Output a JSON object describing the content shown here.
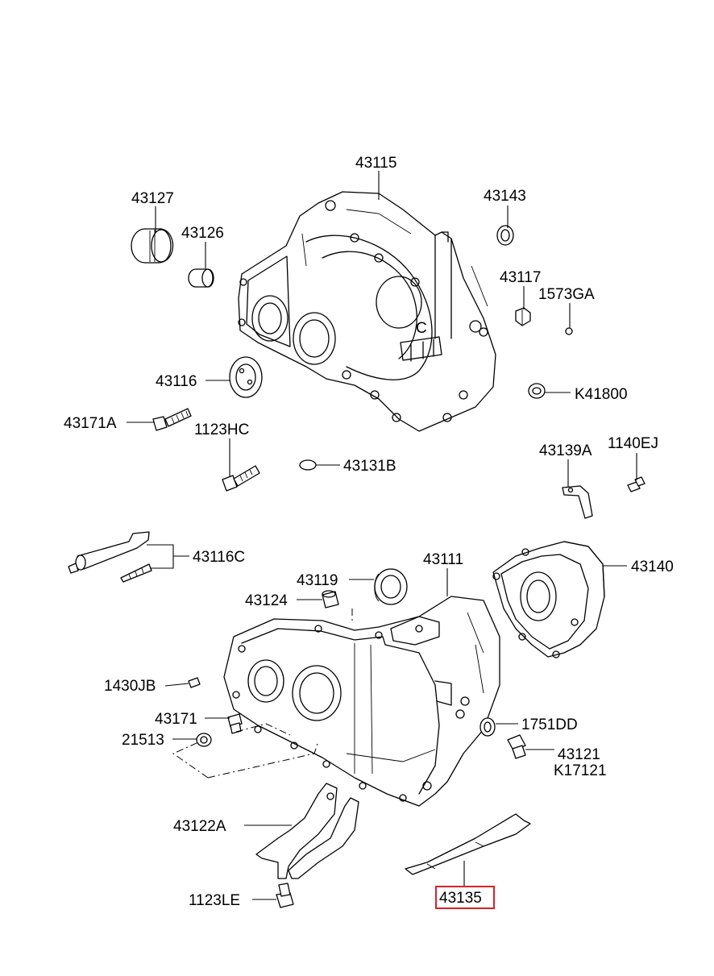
{
  "labels": {
    "p43115": "43115",
    "p43127": "43127",
    "p43126": "43126",
    "p43143": "43143",
    "p43117": "43117",
    "p1573GA": "1573GA",
    "p43116": "43116",
    "pK41800": "K41800",
    "p43171A": "43171A",
    "p1123HC": "1123HC",
    "p43131B": "43131B",
    "p43139A": "43139A",
    "p1140EJ": "1140EJ",
    "p43116C": "43116C",
    "p43111": "43111",
    "p43119": "43119",
    "p43140": "43140",
    "p43124": "43124",
    "p1430JB": "1430JB",
    "p1751DD": "1751DD",
    "p43171": "43171",
    "p21513": "21513",
    "p43121": "43121",
    "pK17121": "K17121",
    "p43122A": "43122A",
    "p1123LE": "1123LE",
    "p43135": "43135"
  },
  "highlight": {
    "part": "43135",
    "color": "#d8222a"
  }
}
